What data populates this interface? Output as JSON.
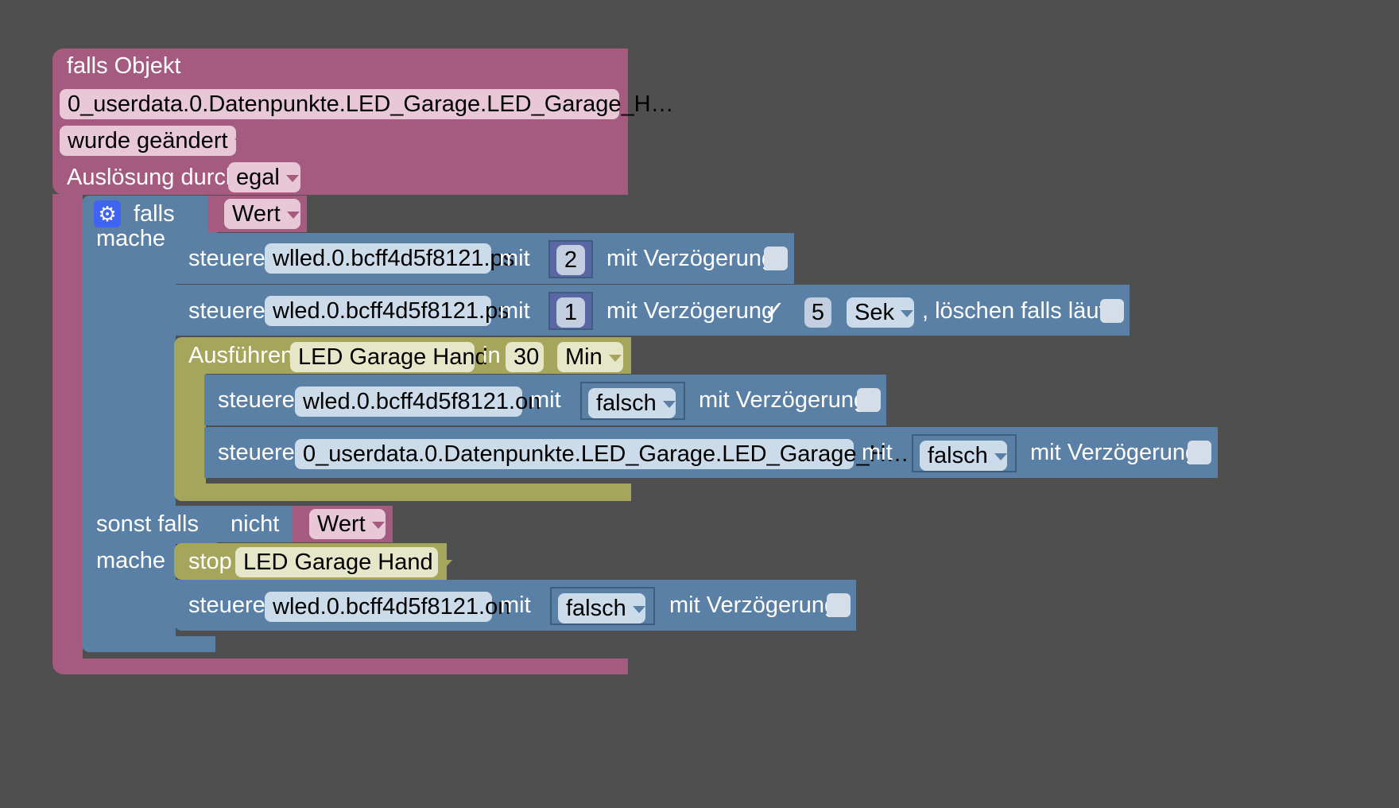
{
  "trigger": {
    "title": "falls Objekt",
    "object_id": "0_userdata.0.Datenpunkte.LED_Garage.LED_Garage_H…",
    "condition": "wurde geändert",
    "trigger_by_label": "Auslösung durch",
    "trigger_by_value": "egal"
  },
  "if_block": {
    "gear_icon": "gear-icon",
    "if_label": "falls",
    "condition": "Wert",
    "do_label": "mache",
    "elseif_label": "sonst falls",
    "not_label": "nicht",
    "elseif_value": "Wert",
    "do2_label": "mache"
  },
  "actions": [
    {
      "verb": "steuere",
      "target": "wlled.0.bcff4d5f8121.ps",
      "mit": "mit",
      "value": "2",
      "delay_label": "mit Verzögerung"
    },
    {
      "verb": "steuere",
      "target": "wled.0.bcff4d5f8121.ps",
      "mit": "mit",
      "value": "1",
      "delay_label": "mit Verzögerung",
      "delay_check": "✓",
      "delay_value": "5",
      "delay_unit": "Sek",
      "clear_label": ", löschen falls läuft"
    }
  ],
  "timeout": {
    "label": "Ausführen",
    "name": "LED Garage Hand",
    "in": "in",
    "value": "30",
    "unit": "Min"
  },
  "inner_actions": [
    {
      "verb": "steuere",
      "target": "wled.0.bcff4d5f8121.on",
      "mit": "mit",
      "value": "falsch",
      "delay_label": "mit Verzögerung"
    },
    {
      "verb": "steuere",
      "target": "0_userdata.0.Datenpunkte.LED_Garage.LED_Garage_H…",
      "mit": "mit",
      "value": "falsch",
      "delay_label": "mit Verzögerung"
    }
  ],
  "stop": {
    "label": "stop",
    "name": "LED Garage Hand"
  },
  "else_action": {
    "verb": "steuere",
    "target": "wled.0.bcff4d5f8121.on",
    "mit": "mit",
    "value": "falsch",
    "delay_label": "mit Verzögerung"
  }
}
